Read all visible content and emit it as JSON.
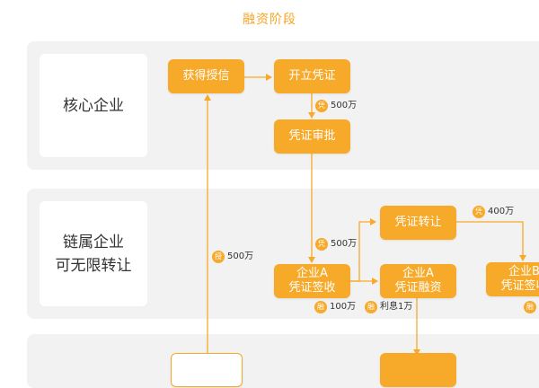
{
  "title": "融资阶段",
  "lanes": {
    "core": "核心企业",
    "chain_line1": "链属企业",
    "chain_line2": "可无限转让"
  },
  "nodes": {
    "get_credit": "获得授信",
    "issue_voucher": "开立凭证",
    "voucher_approval": "凭证审批",
    "voucher_transfer": "凭证转让",
    "enterprise_a_sign_line1": "企业A",
    "enterprise_a_sign_line2": "凭证签收",
    "enterprise_a_finance_line1": "企业A",
    "enterprise_a_finance_line2": "凭证融资",
    "enterprise_b_sign_line1": "企业B",
    "enterprise_b_sign_line2": "凭证签收"
  },
  "tags": {
    "issue_amount": {
      "badge": "凭",
      "text": "500万"
    },
    "credit_amount": {
      "badge": "授",
      "text": "500万"
    },
    "sign_amount": {
      "badge": "凭",
      "text": "500万"
    },
    "transfer_amount": {
      "badge": "凭",
      "text": "400万"
    },
    "finance_amount": {
      "badge": "融",
      "text": "100万"
    },
    "interest": {
      "badge": "融",
      "text": "利息1万"
    },
    "b_finance": {
      "badge": "融",
      "text": ""
    }
  },
  "colors": {
    "accent": "#f7a929",
    "band": "#f2f2f2",
    "title": "#f5a524"
  }
}
